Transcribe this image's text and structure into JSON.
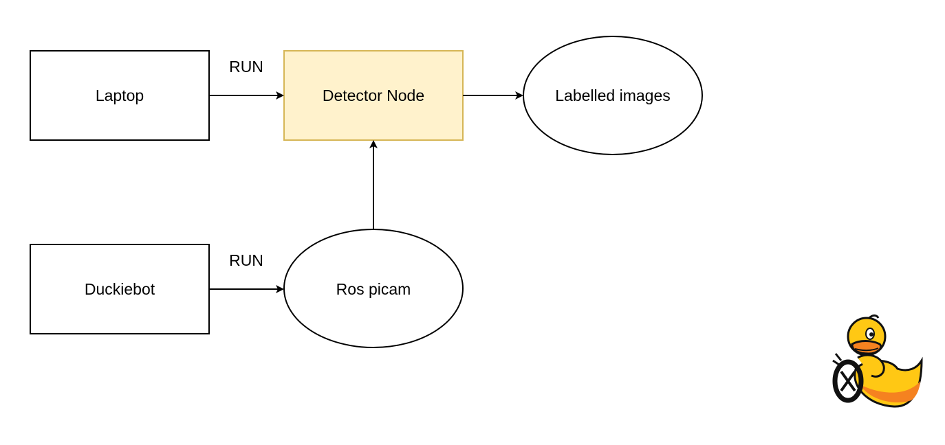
{
  "nodes": {
    "laptop": "Laptop",
    "detector": "Detector Node",
    "labelled": "Labelled images",
    "duckiebot": "Duckiebot",
    "picam": "Ros picam"
  },
  "edges": {
    "laptop_to_detector": "RUN",
    "duckiebot_to_picam": "RUN"
  },
  "logo": {
    "name": "duckietown-duck-logo"
  },
  "colors": {
    "detector_fill": "#fff2cc",
    "detector_stroke": "#d6b656",
    "stroke": "#000000"
  }
}
